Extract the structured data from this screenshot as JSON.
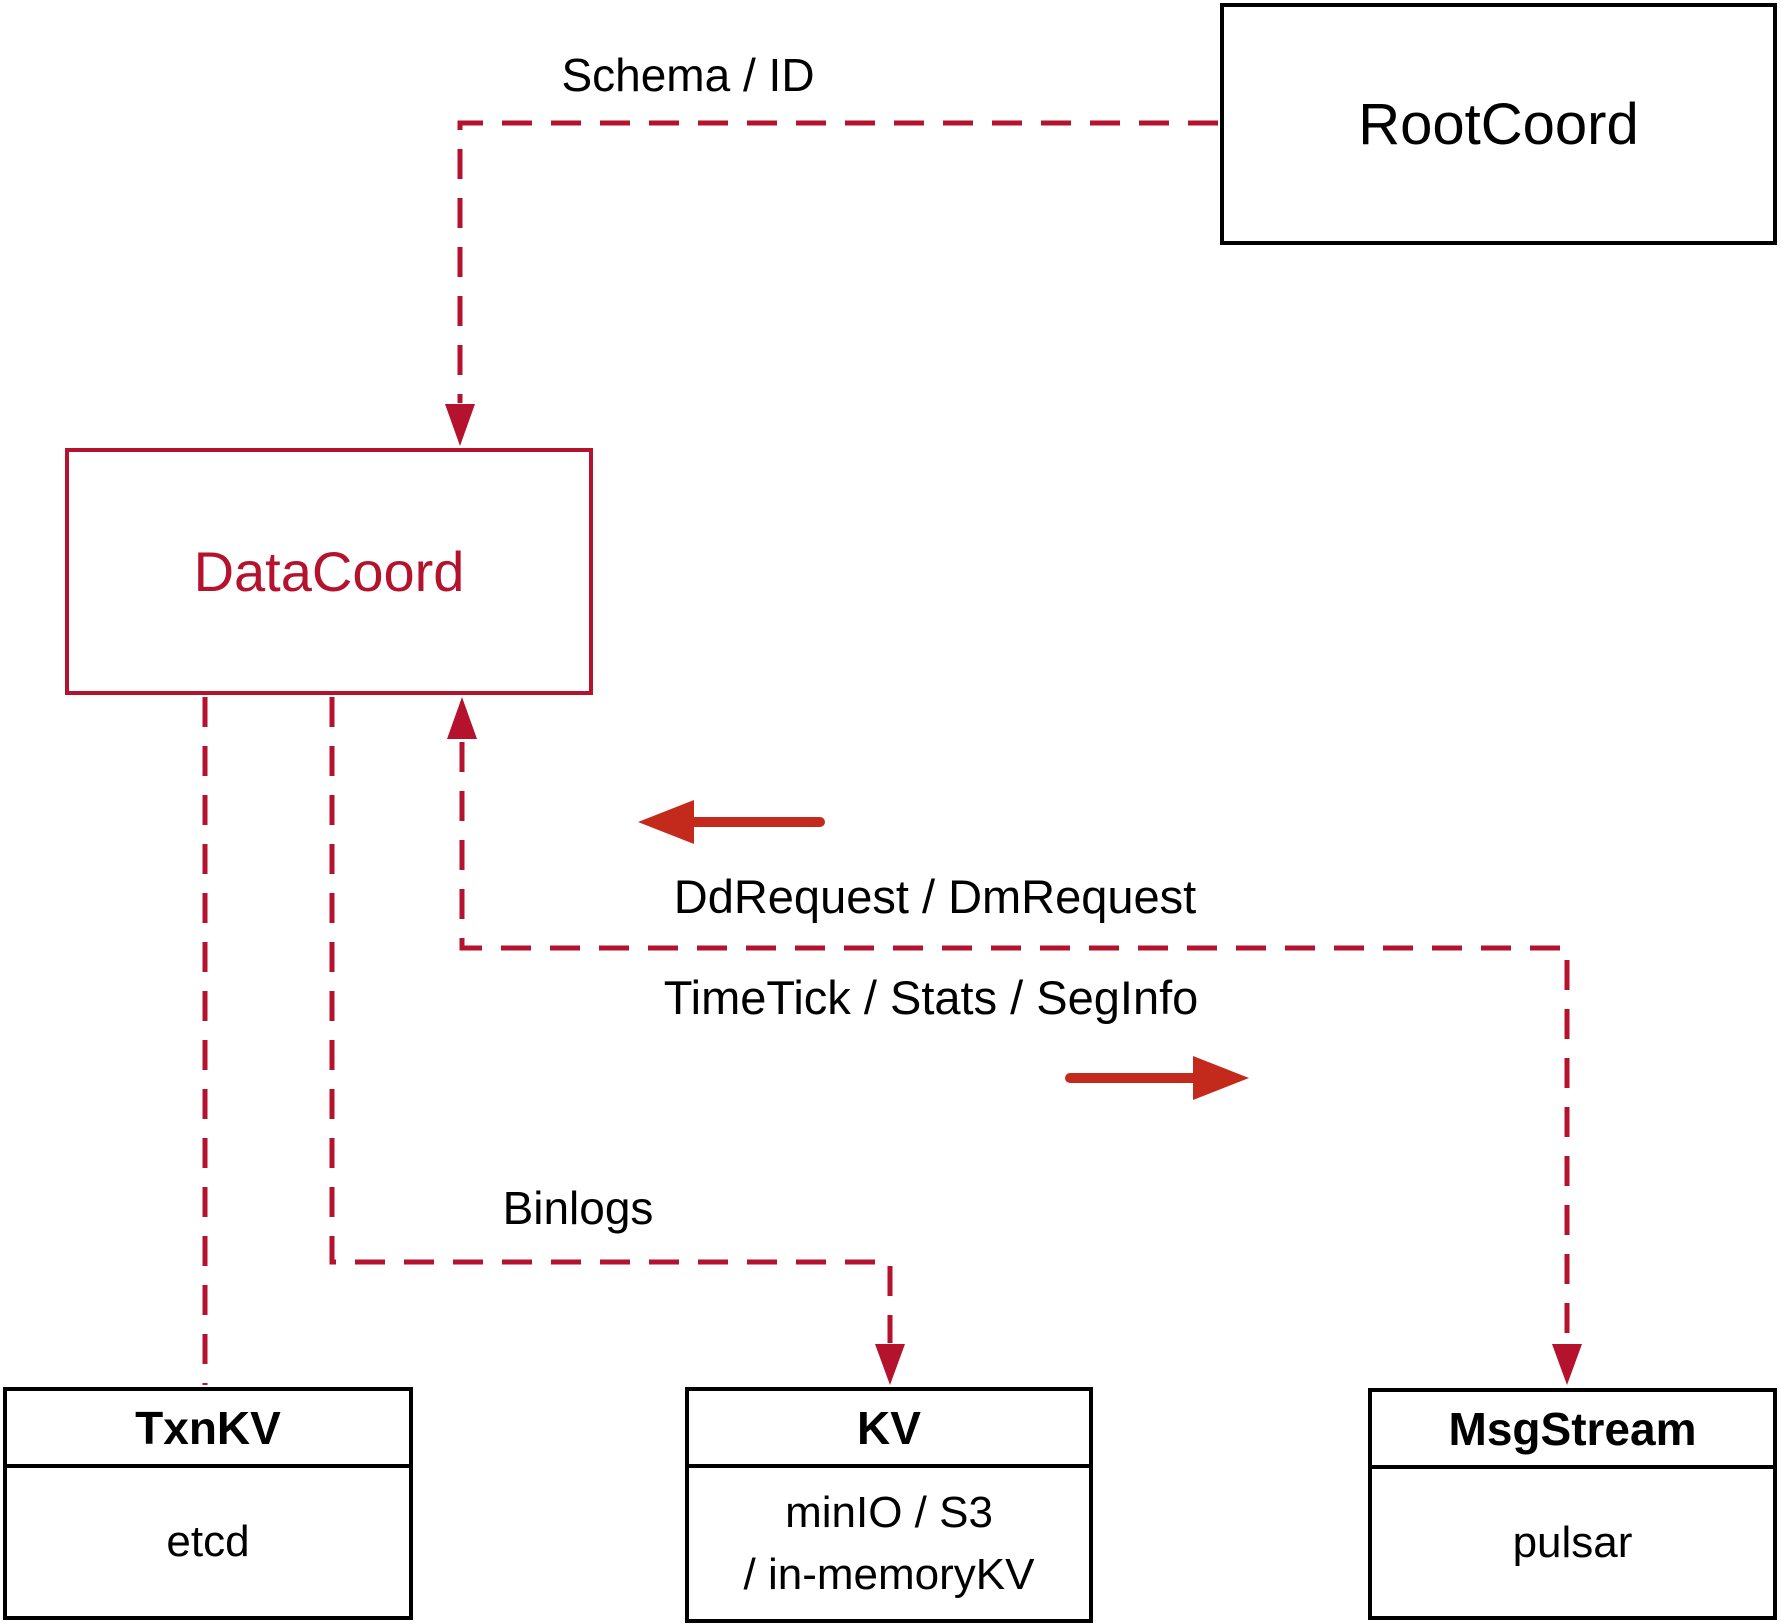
{
  "diagram": {
    "nodes": {
      "rootcoord": {
        "label": "RootCoord"
      },
      "datacoord": {
        "label": "DataCoord"
      },
      "txnkv": {
        "title": "TxnKV",
        "body": "etcd"
      },
      "kv": {
        "title": "KV",
        "body_line1": "minIO / S3",
        "body_line2": "/ in-memoryKV"
      },
      "msgstream": {
        "title": "MsgStream",
        "body": "pulsar"
      }
    },
    "edges": {
      "schema_id": {
        "label": "Schema / ID"
      },
      "dd_dm": {
        "label": "DdRequest / DmRequest"
      },
      "timetick": {
        "label": "TimeTick / Stats / SegInfo"
      },
      "binlogs": {
        "label": "Binlogs"
      }
    },
    "colors": {
      "dashed_red": "#b5122d",
      "solid_red": "#c42a1b",
      "box_black": "#000000"
    }
  }
}
